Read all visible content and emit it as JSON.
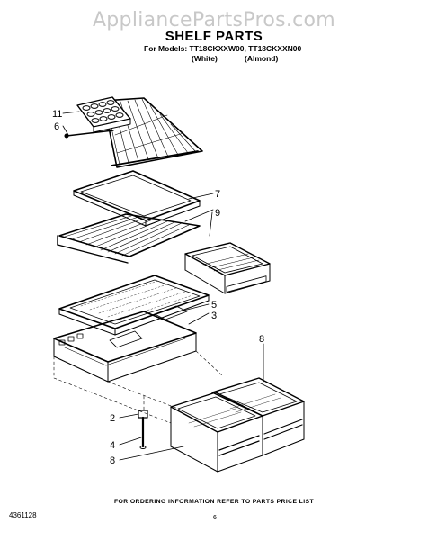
{
  "watermark": "AppliancePartsPros.com",
  "title": "SHELF PARTS",
  "models_line": "For Models: TT18CKXXW00, TT18CKXXN00",
  "color_white": "(White)",
  "color_almond": "(Almond)",
  "callouts": {
    "c11": "11",
    "c6": "6",
    "c7": "7",
    "c9": "9",
    "c5": "5",
    "c3": "3",
    "c8a": "8",
    "c2": "2",
    "c4": "4",
    "c8b": "8"
  },
  "footer_note": "FOR ORDERING INFORMATION REFER TO PARTS PRICE LIST",
  "doc_number": "4361128",
  "page_number": "6"
}
